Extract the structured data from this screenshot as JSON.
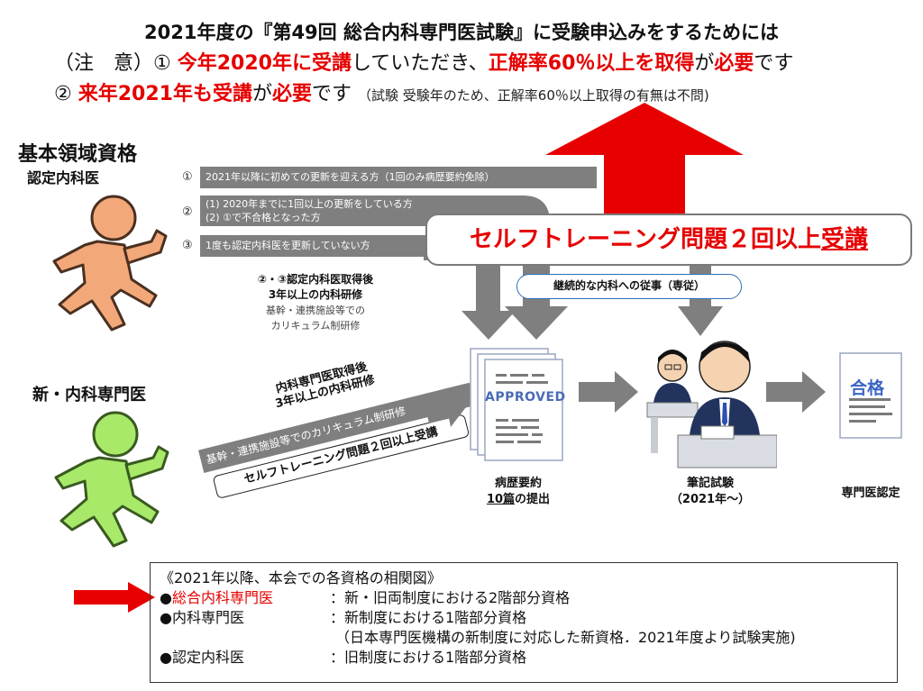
{
  "header": {
    "line1": "2021年度の『第49回 総合内科専門医試験』に受験申込みをするためには",
    "line2_a": "（注　意）① ",
    "line2_b": "今年2020年に受講",
    "line2_c": "していただき、",
    "line2_d": "正解率60％以上を取得",
    "line2_e": "が",
    "line2_f": "必要",
    "line2_g": "です",
    "line3_a": "② ",
    "line3_b": "来年2021年も受講",
    "line3_c": "が",
    "line3_d": "必要",
    "line3_e": "です",
    "line3_note": "（試験 受験年のため、正解率60％以上取得の有無は不問)"
  },
  "left": {
    "basic_title": "基本領域資格",
    "basic_sub": "認定内科医",
    "new_title": "新・内科専門医"
  },
  "conditions": [
    {
      "num": "①",
      "text": "2021年以降に初めての更新を迎える方（1回のみ病歴要約免除）"
    },
    {
      "num": "②",
      "text1": "(1) 2020年までに1回以上の更新をしている方",
      "text2": "(2) ①で不合格となった方"
    },
    {
      "num": "③",
      "text": "1度も認定内科医を更新していない方"
    }
  ],
  "training_note": {
    "line1": "②・③認定内科医取得後",
    "line2": "3年以上の内科研修",
    "line3": "基幹・連携施設等での",
    "line4": "カリキュラム制研修"
  },
  "callout": {
    "text_a": "セルフトレーニング問題２回以上",
    "text_b": "受講"
  },
  "pill": "継続的な内科への従事（専従）",
  "new_path": {
    "line1": "内科専門医取得後",
    "line2": "3年以上の内科研修",
    "band": "基幹・連携施設等でのカリキュラム制研修",
    "box": "セルフトレーニング問題２回以上受講"
  },
  "steps": {
    "approved": "APPROVED",
    "summary_line1": "病歴要約",
    "summary_line2a": "10篇",
    "summary_line2b": "の提出",
    "exam_line1": "筆記試験",
    "exam_line2": "（2021年～）",
    "pass_stamp": "合格",
    "cert": "専門医認定"
  },
  "legend": {
    "title": "《2021年以降、本会での各資格の相関図》",
    "rows": [
      {
        "bullet": "●",
        "name": "総合内科専門医",
        "desc": "：新・旧両制度における2階部分資格"
      },
      {
        "bullet": "●",
        "name": "内科専門医",
        "desc": "：新制度における1階部分資格"
      },
      {
        "note": "（日本専門医機構の新制度に対応した新資格．2021年度より試験実施)"
      },
      {
        "bullet": "●",
        "name": "認定内科医",
        "desc": "：旧制度における1階部分資格"
      }
    ]
  },
  "colors": {
    "red": "#e60000",
    "gray_arrow": "#7f7f7f",
    "orange_runner": "#f3a87a",
    "green_runner": "#a8e96a"
  }
}
